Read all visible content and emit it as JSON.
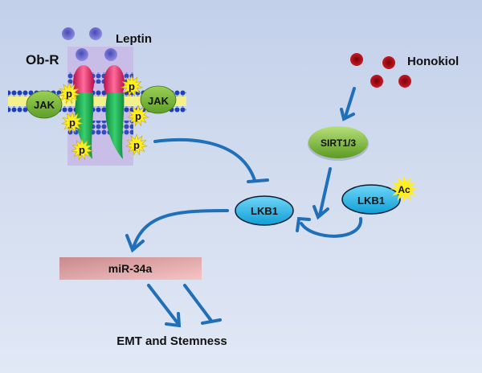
{
  "title": "Leptin / Honokiol signaling via SIRT1/3 - LKB1 - miR-34a",
  "labels": {
    "leptin": "Leptin",
    "obr": "Ob-R",
    "jak_left": "JAK",
    "jak_right": "JAK",
    "phospho": "p",
    "honokiol": "Honokiol",
    "sirt": "SIRT1/3",
    "lkb1_active": "LKB1",
    "lkb1_acetylated": "LKB1",
    "acetyl": "Ac",
    "mir": "miR-34a",
    "outcome": "EMT and Stemness"
  },
  "edges": [
    {
      "from": "Ob-R/Leptin",
      "to": "LKB1",
      "type": "inhibition"
    },
    {
      "from": "Honokiol",
      "to": "SIRT1/3",
      "type": "activation"
    },
    {
      "from": "SIRT1/3",
      "to": "LKB1 deacetylation",
      "type": "activation"
    },
    {
      "from": "LKB1-Ac",
      "to": "LKB1",
      "type": "conversion"
    },
    {
      "from": "LKB1",
      "to": "miR-34a",
      "type": "activation"
    },
    {
      "from": "miR-34a",
      "to": "EMT and Stemness",
      "type": "activation"
    },
    {
      "from": "miR-34a",
      "to": "EMT and Stemness",
      "type": "inhibition"
    }
  ],
  "colors": {
    "arrow": "#1f70b8",
    "lkb1": "#2bb6e6",
    "sirt": "#7ab83a",
    "jak": "#7cbf3e",
    "leptin": "#6a6ad0",
    "honokiol": "#c0121c",
    "mir_box": "#e9b0b0",
    "phospho": "#ffee22"
  }
}
